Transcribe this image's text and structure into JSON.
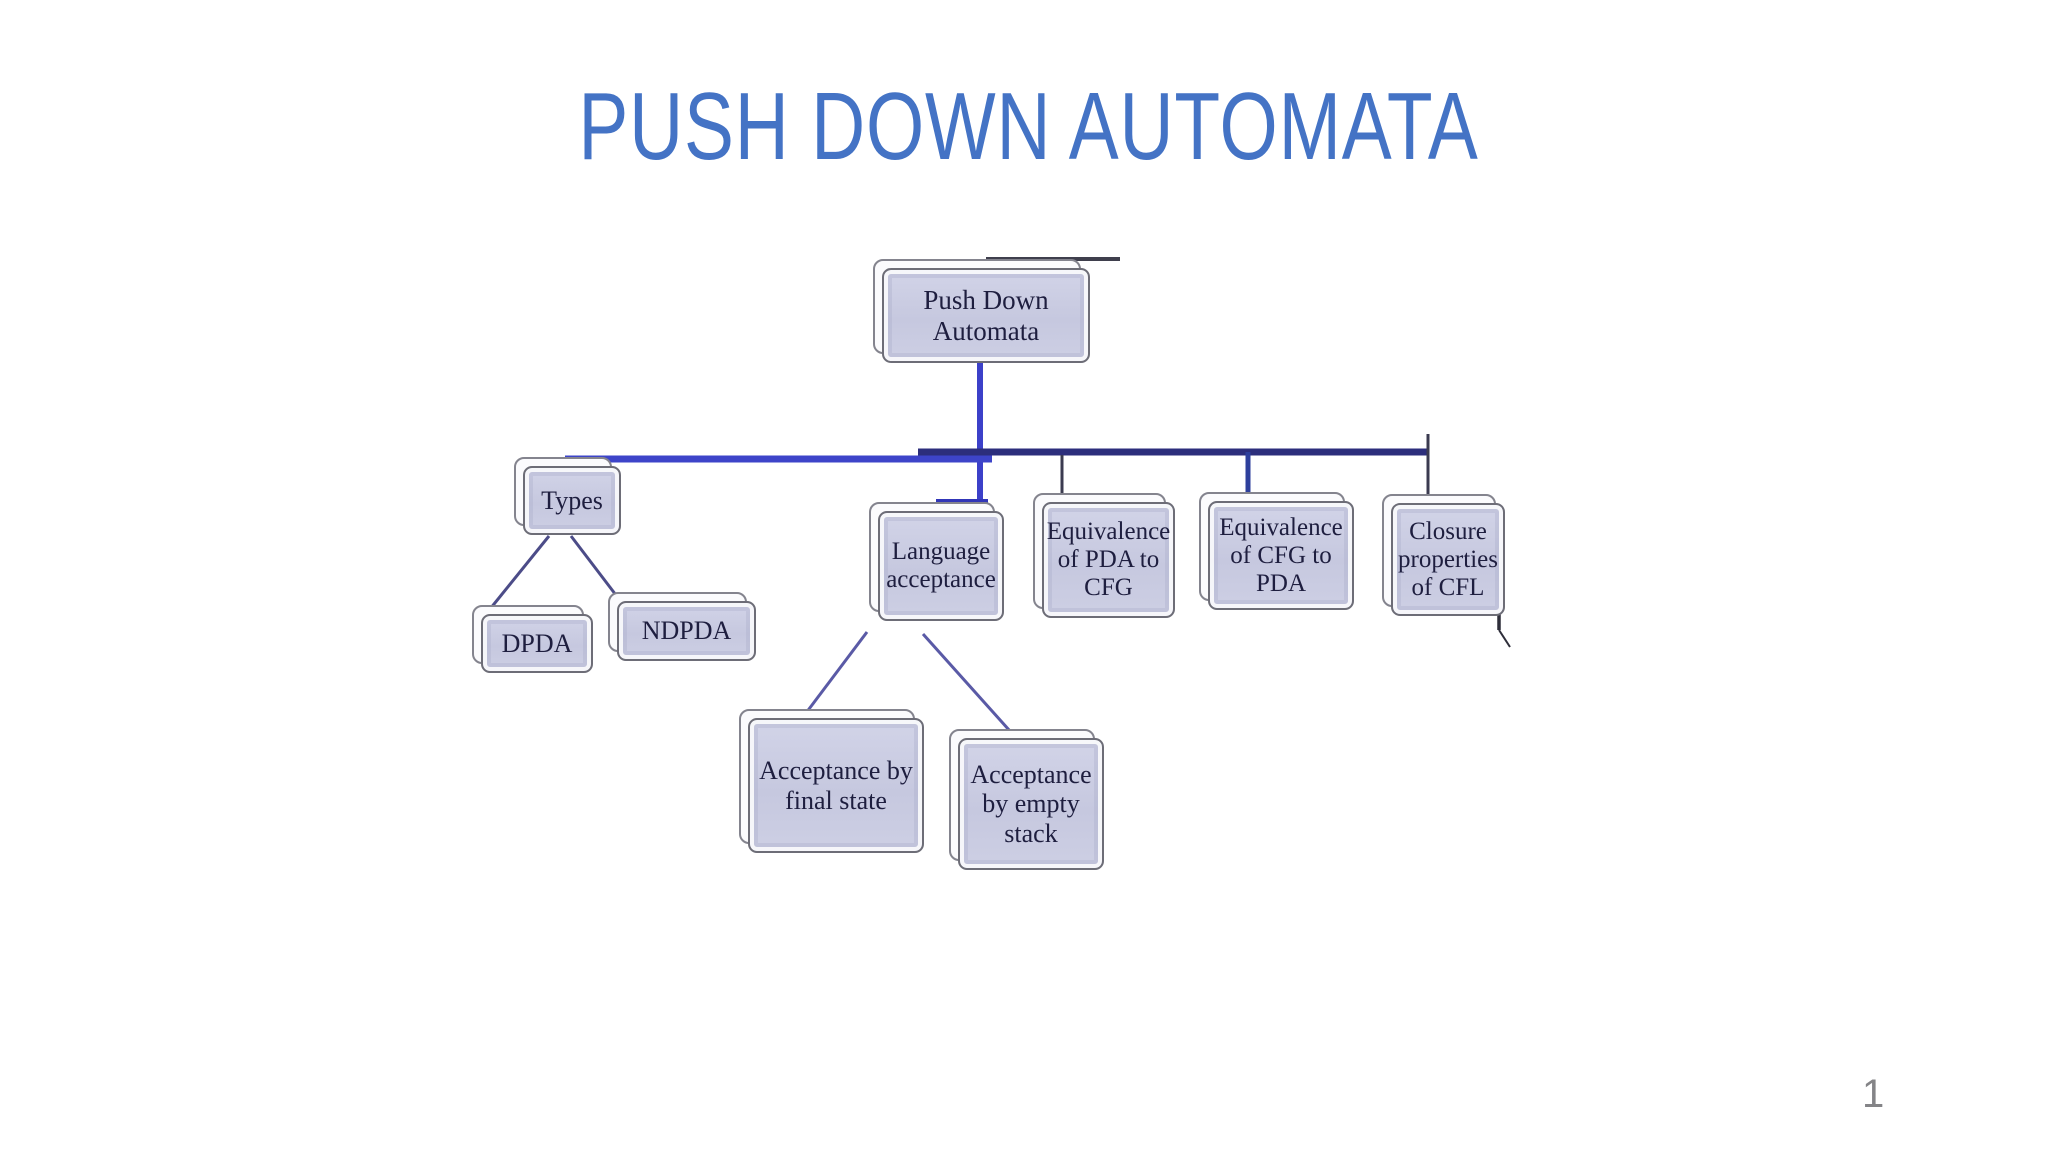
{
  "slide": {
    "title": "PUSH DOWN AUTOMATA",
    "page_number": "1"
  },
  "colors": {
    "title_text": "#4473C5",
    "box_fill": "#C9CBE3",
    "box_border": "#6D6D77",
    "box_shadow_frame": "#84848E",
    "box_text": "#1E1E3F",
    "connector_bright_blue": "#3C40C9",
    "connector_dark_navy": "#2C2E7C",
    "connector_thin_dark": "#3B3B50",
    "diagonal_line": "#5A5AA6",
    "page_number_text": "#848487"
  },
  "diagram": {
    "type": "hierarchy-tree",
    "nodes": [
      {
        "id": "push-down-automata",
        "parent": null,
        "lines": [
          "Push Down",
          "Automata"
        ]
      },
      {
        "id": "types",
        "parent": "push-down-automata",
        "lines": [
          "Types"
        ]
      },
      {
        "id": "dpda",
        "parent": "types",
        "lines": [
          "DPDA"
        ]
      },
      {
        "id": "ndpda",
        "parent": "types",
        "lines": [
          "NDPDA"
        ]
      },
      {
        "id": "language-acceptance",
        "parent": "push-down-automata",
        "lines": [
          "Language",
          "acceptance"
        ]
      },
      {
        "id": "equivalence-pda-to-cfg",
        "parent": "push-down-automata",
        "lines": [
          "Equivalence",
          "of PDA to",
          "CFG"
        ]
      },
      {
        "id": "equivalence-cfg-to-pda",
        "parent": "push-down-automata",
        "lines": [
          "Equivalence",
          "of CFG to",
          "PDA"
        ]
      },
      {
        "id": "closure-properties-cfl",
        "parent": "push-down-automata",
        "lines": [
          "Closure",
          "properties",
          "of CFL"
        ]
      },
      {
        "id": "acceptance-final-state",
        "parent": "language-acceptance",
        "lines": [
          "Acceptance by",
          "final state"
        ]
      },
      {
        "id": "acceptance-empty-stack",
        "parent": "language-acceptance",
        "lines": [
          "Acceptance",
          "by empty",
          "stack"
        ]
      }
    ]
  }
}
